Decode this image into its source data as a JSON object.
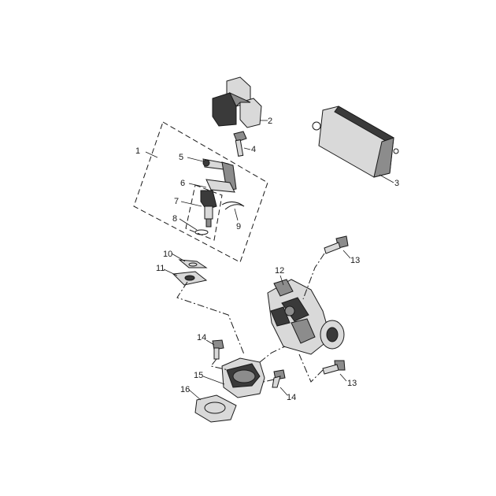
{
  "callouts": {
    "c1": "1",
    "c2": "2",
    "c3": "3",
    "c4": "4",
    "c5": "5",
    "c6": "6",
    "c7": "7",
    "c8": "8",
    "c9": "9",
    "c10": "10",
    "c11": "11",
    "c12": "12",
    "c13a": "13",
    "c13b": "13",
    "c14a": "14",
    "c14b": "14",
    "c15": "15",
    "c16": "16"
  },
  "colors": {
    "line": "#1a1a1a",
    "light": "#d9d9d9",
    "mid": "#8c8c8c",
    "dark": "#3a3a3a"
  }
}
